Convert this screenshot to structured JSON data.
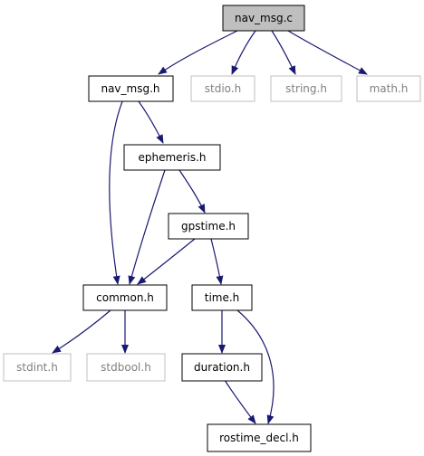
{
  "nodes": {
    "nav_msg_c": "nav_msg.c",
    "nav_msg_h": "nav_msg.h",
    "stdio_h": "stdio.h",
    "string_h": "string.h",
    "math_h": "math.h",
    "ephemeris_h": "ephemeris.h",
    "gpstime_h": "gpstime.h",
    "common_h": "common.h",
    "time_h": "time.h",
    "stdint_h": "stdint.h",
    "stdbool_h": "stdbool.h",
    "duration_h": "duration.h",
    "rostime_decl_h": "rostime_decl.h"
  },
  "colors": {
    "edge": "#191970",
    "root_fill": "#bfbfbf",
    "node_border": "#000000",
    "external_border": "#bfbfbf",
    "external_text": "#808080",
    "text": "#000000"
  }
}
